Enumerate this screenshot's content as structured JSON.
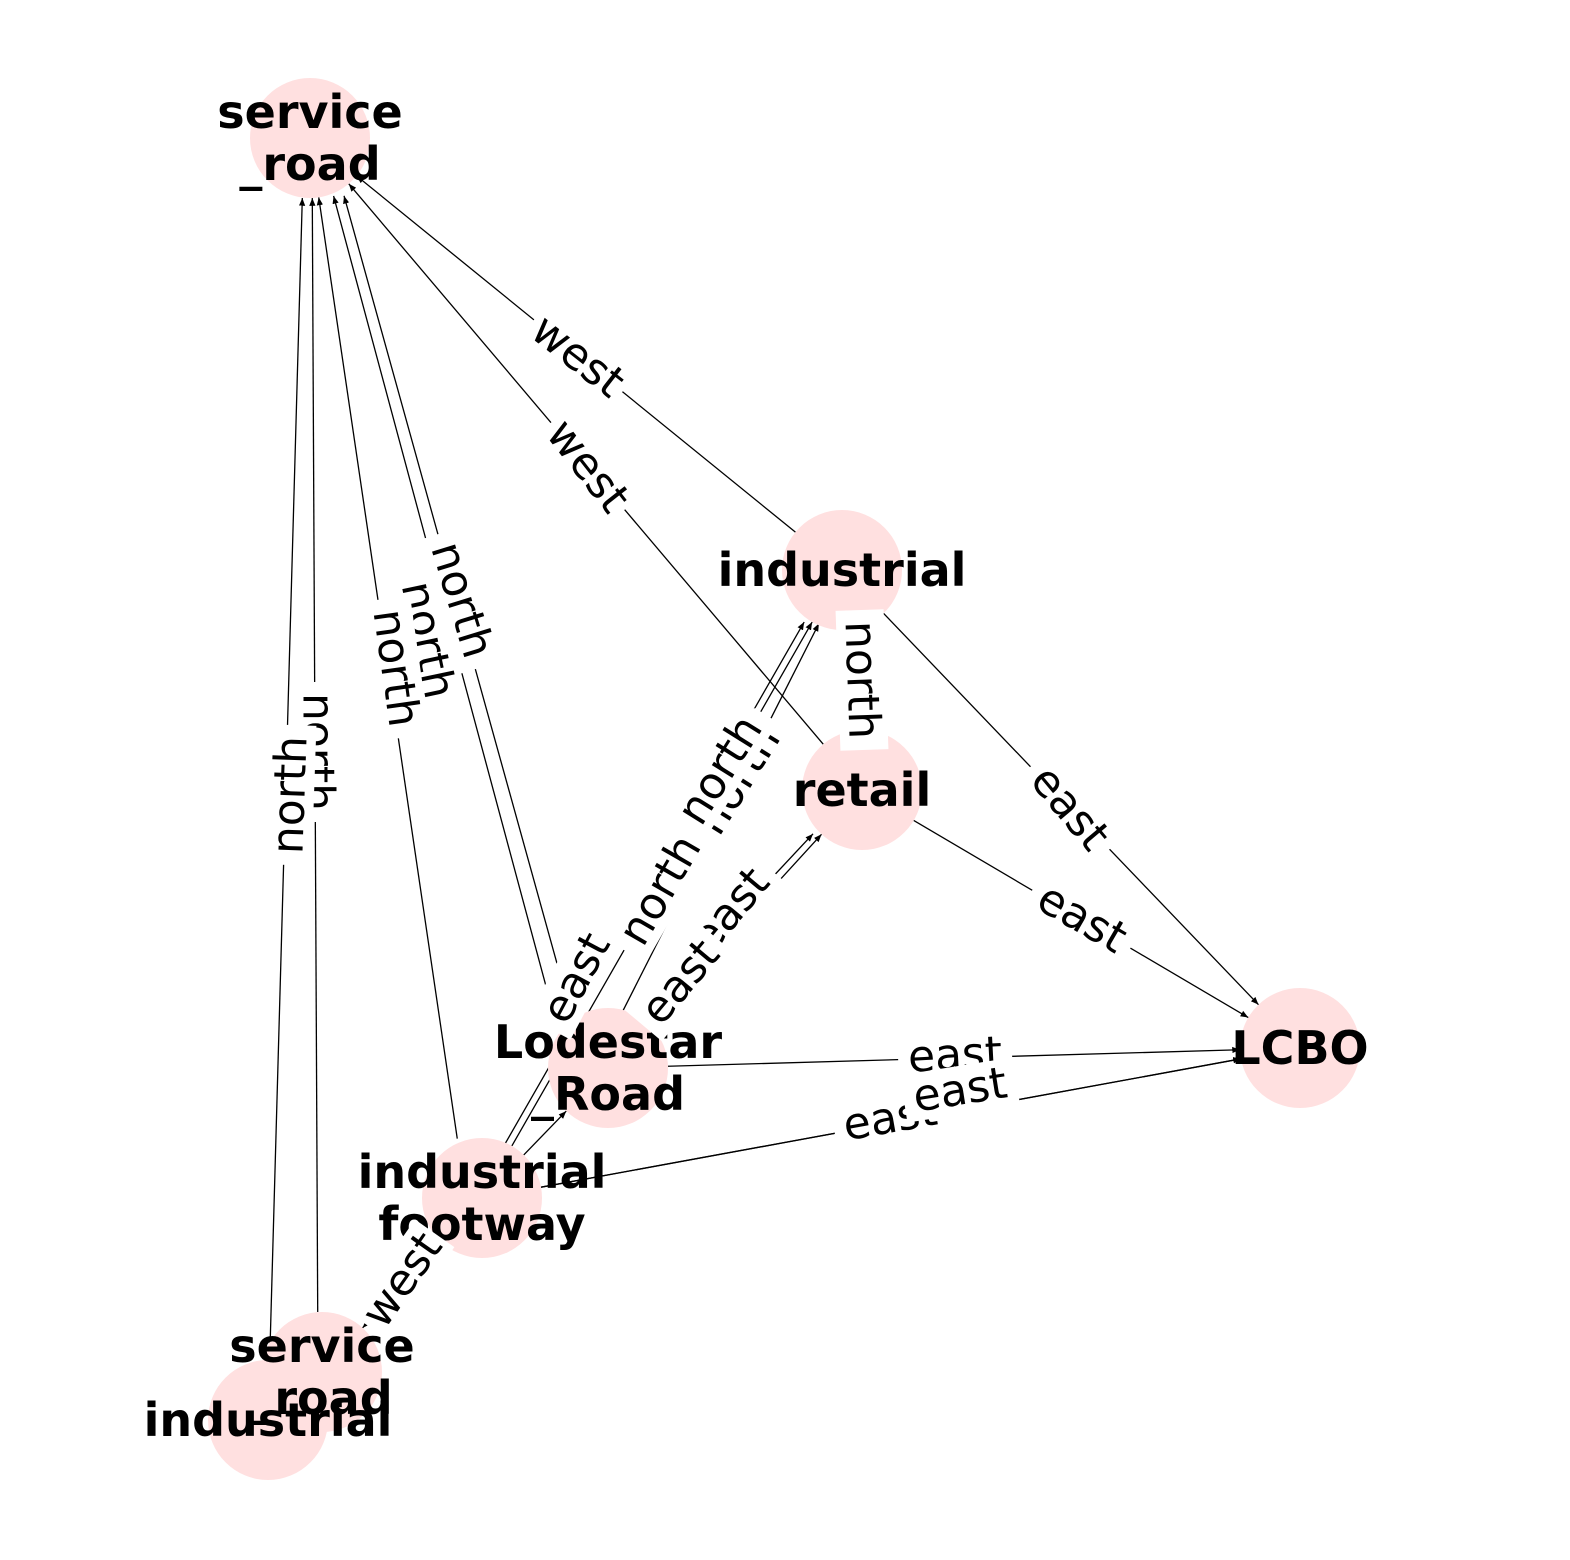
{
  "graph": {
    "node_color": "#ffe0e0",
    "nodes": [
      {
        "id": "sr_top",
        "label": [
          "service",
          "_road"
        ]
      },
      {
        "id": "ind_mid",
        "label": [
          "industrial"
        ]
      },
      {
        "id": "retail",
        "label": [
          "retail"
        ]
      },
      {
        "id": "lcbo",
        "label": [
          "LCBO"
        ]
      },
      {
        "id": "lodestar",
        "label": [
          "Lodestar",
          "_Road"
        ]
      },
      {
        "id": "ind_foot",
        "label": [
          "industrial",
          "footway"
        ]
      },
      {
        "id": "sr_bot",
        "label": [
          "service",
          "_road"
        ]
      },
      {
        "id": "ind_bot",
        "label": [
          "industrial"
        ]
      }
    ],
    "edges": [
      {
        "source": "ind_mid",
        "target": "sr_top",
        "label": "west"
      },
      {
        "source": "retail",
        "target": "sr_top",
        "label": "west"
      },
      {
        "source": "lodestar",
        "target": "sr_top",
        "label": "north"
      },
      {
        "source": "lodestar",
        "target": "sr_top",
        "label": "north"
      },
      {
        "source": "ind_foot",
        "target": "sr_top",
        "label": "north"
      },
      {
        "source": "sr_bot",
        "target": "sr_top",
        "label": "north"
      },
      {
        "source": "ind_bot",
        "target": "sr_top",
        "label": "north"
      },
      {
        "source": "retail",
        "target": "ind_mid",
        "label": "north"
      },
      {
        "source": "lodestar",
        "target": "ind_mid",
        "label": "north"
      },
      {
        "source": "ind_foot",
        "target": "ind_mid",
        "label": "north"
      },
      {
        "source": "ind_foot",
        "target": "ind_mid",
        "label": "north"
      },
      {
        "source": "ind_mid",
        "target": "lcbo",
        "label": "east"
      },
      {
        "source": "retail",
        "target": "lcbo",
        "label": "east"
      },
      {
        "source": "lodestar",
        "target": "retail",
        "label": "east"
      },
      {
        "source": "lodestar",
        "target": "retail",
        "label": "east"
      },
      {
        "source": "ind_foot",
        "target": "lodestar",
        "label": "east"
      },
      {
        "source": "lodestar",
        "target": "lcbo",
        "label": "east"
      },
      {
        "source": "ind_foot",
        "target": "lcbo",
        "label": "east"
      },
      {
        "source": "ind_foot",
        "target": "lcbo",
        "label": "east"
      },
      {
        "source": "ind_foot",
        "target": "sr_bot",
        "label": "west"
      }
    ]
  }
}
